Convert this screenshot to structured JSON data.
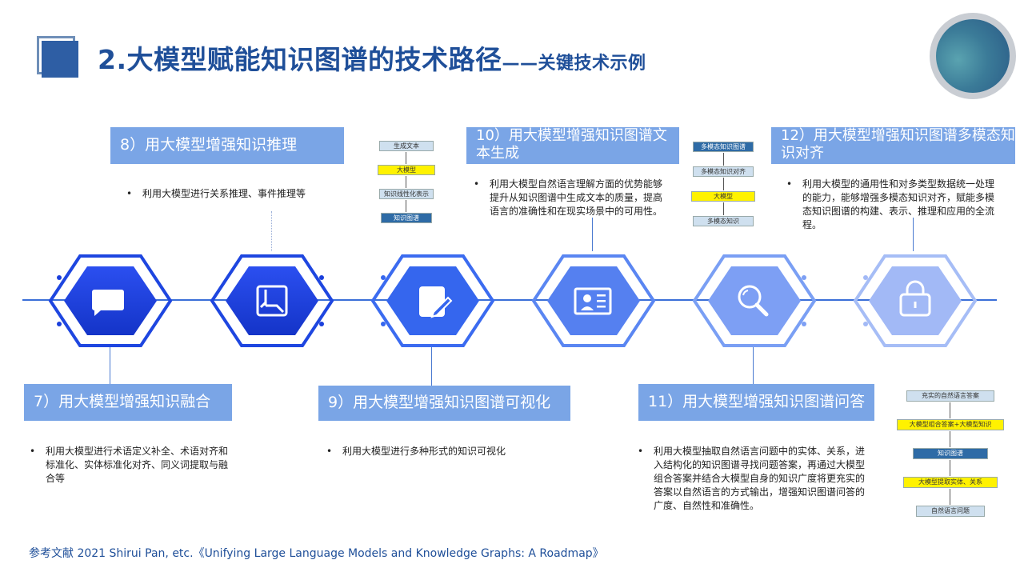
{
  "title": "2.大模型赋能知识图谱的技术路径",
  "subtitle": "——关键技术示例",
  "steps": {
    "s7": {
      "title": "7）用大模型增强知识融合",
      "bullet": "利用大模型进行术语定义补全、术语对齐和标准化、实体标准化对齐、同义词提取与融合等"
    },
    "s8": {
      "title": "8）用大模型增强知识推理",
      "bullet": "利用大模型进行关系推理、事件推理等"
    },
    "s9": {
      "title": "9）用大模型增强知识图谱可视化",
      "bullet": "利用大模型进行多种形式的知识可视化"
    },
    "s10": {
      "title": "10）用大模型增强知识图谱文本生成",
      "bullet": "利用大模型自然语言理解方面的优势能够提升从知识图谱中生成文本的质量，提高语言的准确性和在现实场景中的可用性。"
    },
    "s11": {
      "title": "11）用大模型增强知识图谱问答",
      "bullet": "利用大模型抽取自然语言问题中的实体、关系，进入结构化的知识图谱寻找问题答案，再通过大模型组合答案并结合大模型自身的知识广度将更充实的答案以自然语言的方式输出，增强知识图谱问答的广度、自然性和准确性。"
    },
    "s12": {
      "title": "12）用大模型增强知识图谱多模态知识对齐",
      "bullet": "利用大模型的通用性和对多类型数据统一处理的能力，能够增强多模态知识对齐，赋能多模态知识图谱的构建、表示、推理和应用的全流程。"
    }
  },
  "bullet_symbol": "•",
  "diagram_text": {
    "d1": [
      "生成文本",
      "大模型",
      "知识线性化表示",
      "知识图谱"
    ],
    "d2": [
      "多模态知识图谱",
      "多模态知识对齐",
      "大模型",
      "多模态知识"
    ],
    "d3": [
      "充实的自然语言答案",
      "大模型组合答案+大模型知识",
      "知识图谱",
      "大模型提取实体、关系",
      "自然语言问题"
    ]
  },
  "hex_icons": [
    "chat-bubble-icon",
    "flowchart-icon",
    "edit-note-icon",
    "id-card-icon",
    "magnifier-icon",
    "lock-icon"
  ],
  "colors": {
    "accent": "#1f4f99",
    "hex_dark": "#1a3fdc",
    "box": "#7aa5e6",
    "line": "#3a6fd8"
  },
  "reference": "参考文献 2021 Shirui Pan, etc.《Unifying Large Language Models and Knowledge Graphs: A Roadmap》"
}
